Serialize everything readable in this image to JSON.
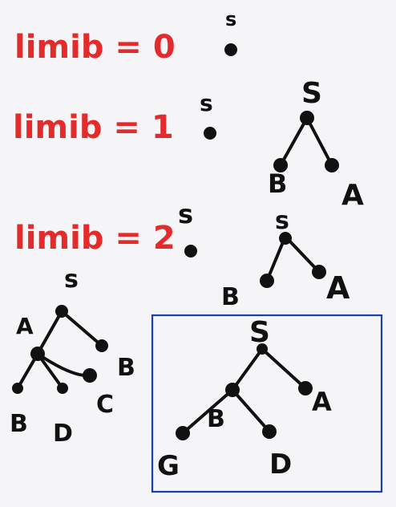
{
  "labels": {
    "limib0": "limib = 0",
    "limib1": "limib = 1",
    "limib2": "limib = 2"
  },
  "nodes": {
    "s": "s",
    "S": "S",
    "A": "A",
    "B": "B",
    "C": "C",
    "D": "D",
    "G": "G"
  },
  "colors": {
    "red_label": "#e42b2b",
    "ink": "#111111",
    "highlight_box": "#1a3fb0",
    "background": "#f5f5f8"
  }
}
